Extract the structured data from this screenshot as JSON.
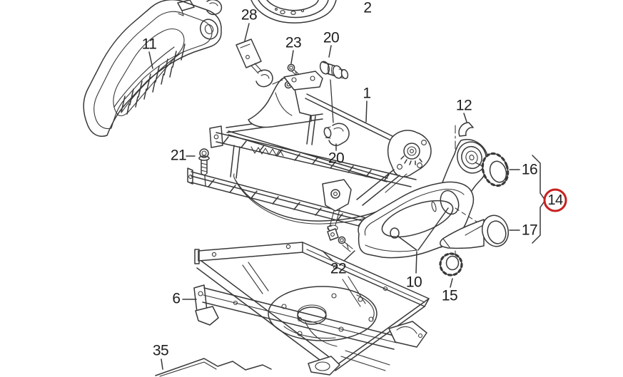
{
  "diagram": {
    "kind": "exploded-parts-diagram",
    "subject": "vehicle seat frame, rails, recliner and trim parts",
    "background_color": "#ffffff",
    "line_color": "#383838",
    "label_color": "#1d1d1d",
    "highlight_color": "#c6201f",
    "highlighted_part": "14",
    "callouts": [
      {
        "part": "2"
      },
      {
        "part": "11"
      },
      {
        "part": "28"
      },
      {
        "part": "23"
      },
      {
        "part": "20"
      },
      {
        "part": "1"
      },
      {
        "part": "12"
      },
      {
        "part": "21"
      },
      {
        "part": "20"
      },
      {
        "part": "16"
      },
      {
        "part": "14"
      },
      {
        "part": "17"
      },
      {
        "part": "22"
      },
      {
        "part": "10"
      },
      {
        "part": "15"
      },
      {
        "part": "6"
      },
      {
        "part": "35"
      }
    ]
  }
}
